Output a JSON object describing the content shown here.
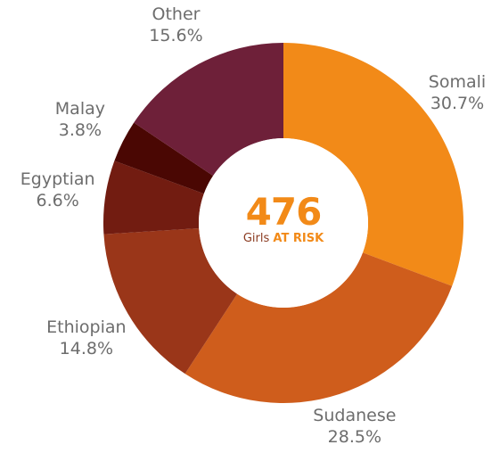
{
  "chart_data": {
    "type": "pie",
    "donut": true,
    "categories": [
      "Somali",
      "Sudanese",
      "Ethiopian",
      "Egyptian",
      "Malay",
      "Other"
    ],
    "values": [
      30.7,
      28.5,
      14.8,
      6.6,
      3.8,
      15.6
    ],
    "value_labels": [
      "30.7%",
      "28.5%",
      "14.8%",
      "6.6%",
      "3.8%",
      "15.6%"
    ],
    "colors": [
      "#f28a18",
      "#cf5d1c",
      "#9a3619",
      "#721c11",
      "#4a0703",
      "#6e2039"
    ],
    "center": {
      "value": "476",
      "caption_prefix": "Girls",
      "caption_strong": "AT RISK"
    },
    "legend": "none"
  }
}
